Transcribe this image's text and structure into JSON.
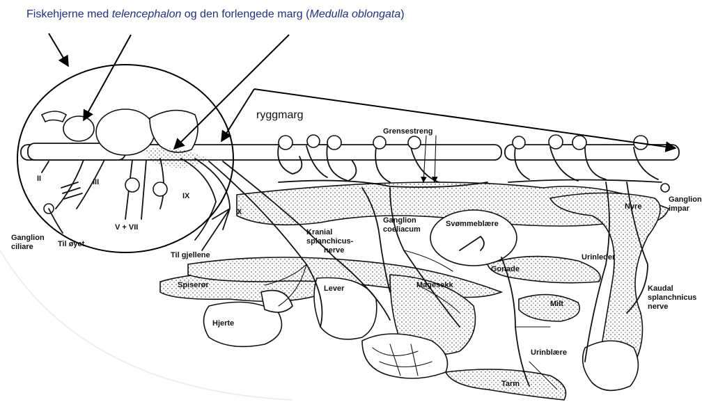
{
  "caption": {
    "part1": "Fiskehjerne med ",
    "telencephalon": "telencephalon",
    "part2": " og den forlengede marg (",
    "medulla": "Medulla oblongata",
    "part3": ")"
  },
  "labels": {
    "ryggmarg": "ryggmarg",
    "grensestreng": "Grensestreng",
    "nerve_II": "II",
    "nerve_III": "III",
    "nerve_V_VII": "V + VII",
    "nerve_IX": "IX",
    "nerve_X": "X",
    "ganglion_ciliare_1": "Ganglion",
    "ganglion_ciliare_2": "ciliare",
    "til_oyet": "Til øyet",
    "til_gjellene": "Til gjellene",
    "kranial_1": "Kranial",
    "kranial_2": "splanchicus-",
    "kranial_3": "nerve",
    "ganglion_coeliacum_1": "Ganglion",
    "ganglion_coeliacum_2": "coeliacum",
    "svommeblaere": "Svømmeblære",
    "nyre": "Nyre",
    "ganglion_impar_1": "Ganglion",
    "ganglion_impar_2": "impar",
    "urinleder": "Urinleder",
    "gonade": "Gonade",
    "spiseror": "Spiserør",
    "lever": "Lever",
    "magesekk": "Magesekk",
    "milt": "Milt",
    "kaudal_1": "Kaudal",
    "kaudal_2": "splanchnicus",
    "kaudal_3": "nerve",
    "hjerte": "Hjerte",
    "urinblaere": "Urinblære",
    "tarm": "Tarm"
  }
}
